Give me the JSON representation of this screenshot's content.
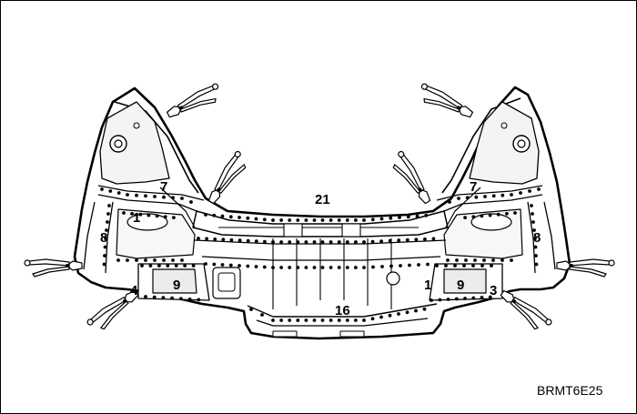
{
  "figure": {
    "code": "BRMT6E25",
    "callouts": {
      "c1_left": "1",
      "c1_right": "1",
      "c3": "3",
      "c4": "4",
      "c7_left": "7",
      "c7_right": "7",
      "c8_left": "8",
      "c8_right": "8",
      "c9_left": "9",
      "c9_right": "9",
      "c16": "16",
      "c21": "21"
    },
    "icons": [
      "locking-clamp-icon",
      "weld-spot-icon"
    ],
    "line_color": "#000000",
    "panel_fill": "#ffffff",
    "shade_fill": "#e6e6e6"
  }
}
